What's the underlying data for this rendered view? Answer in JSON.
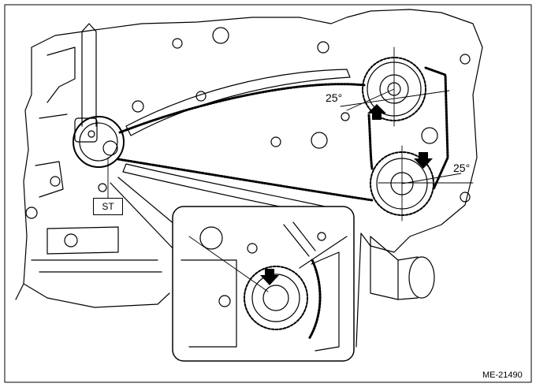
{
  "diagram": {
    "angle_left": "25°",
    "angle_right": "25°",
    "tool_label": "ST",
    "figure_id": "ME-21490",
    "colors": {
      "line": "#000000",
      "background": "#ffffff"
    },
    "icons": [
      "up-arrow-icon",
      "down-arrow-icon"
    ]
  }
}
